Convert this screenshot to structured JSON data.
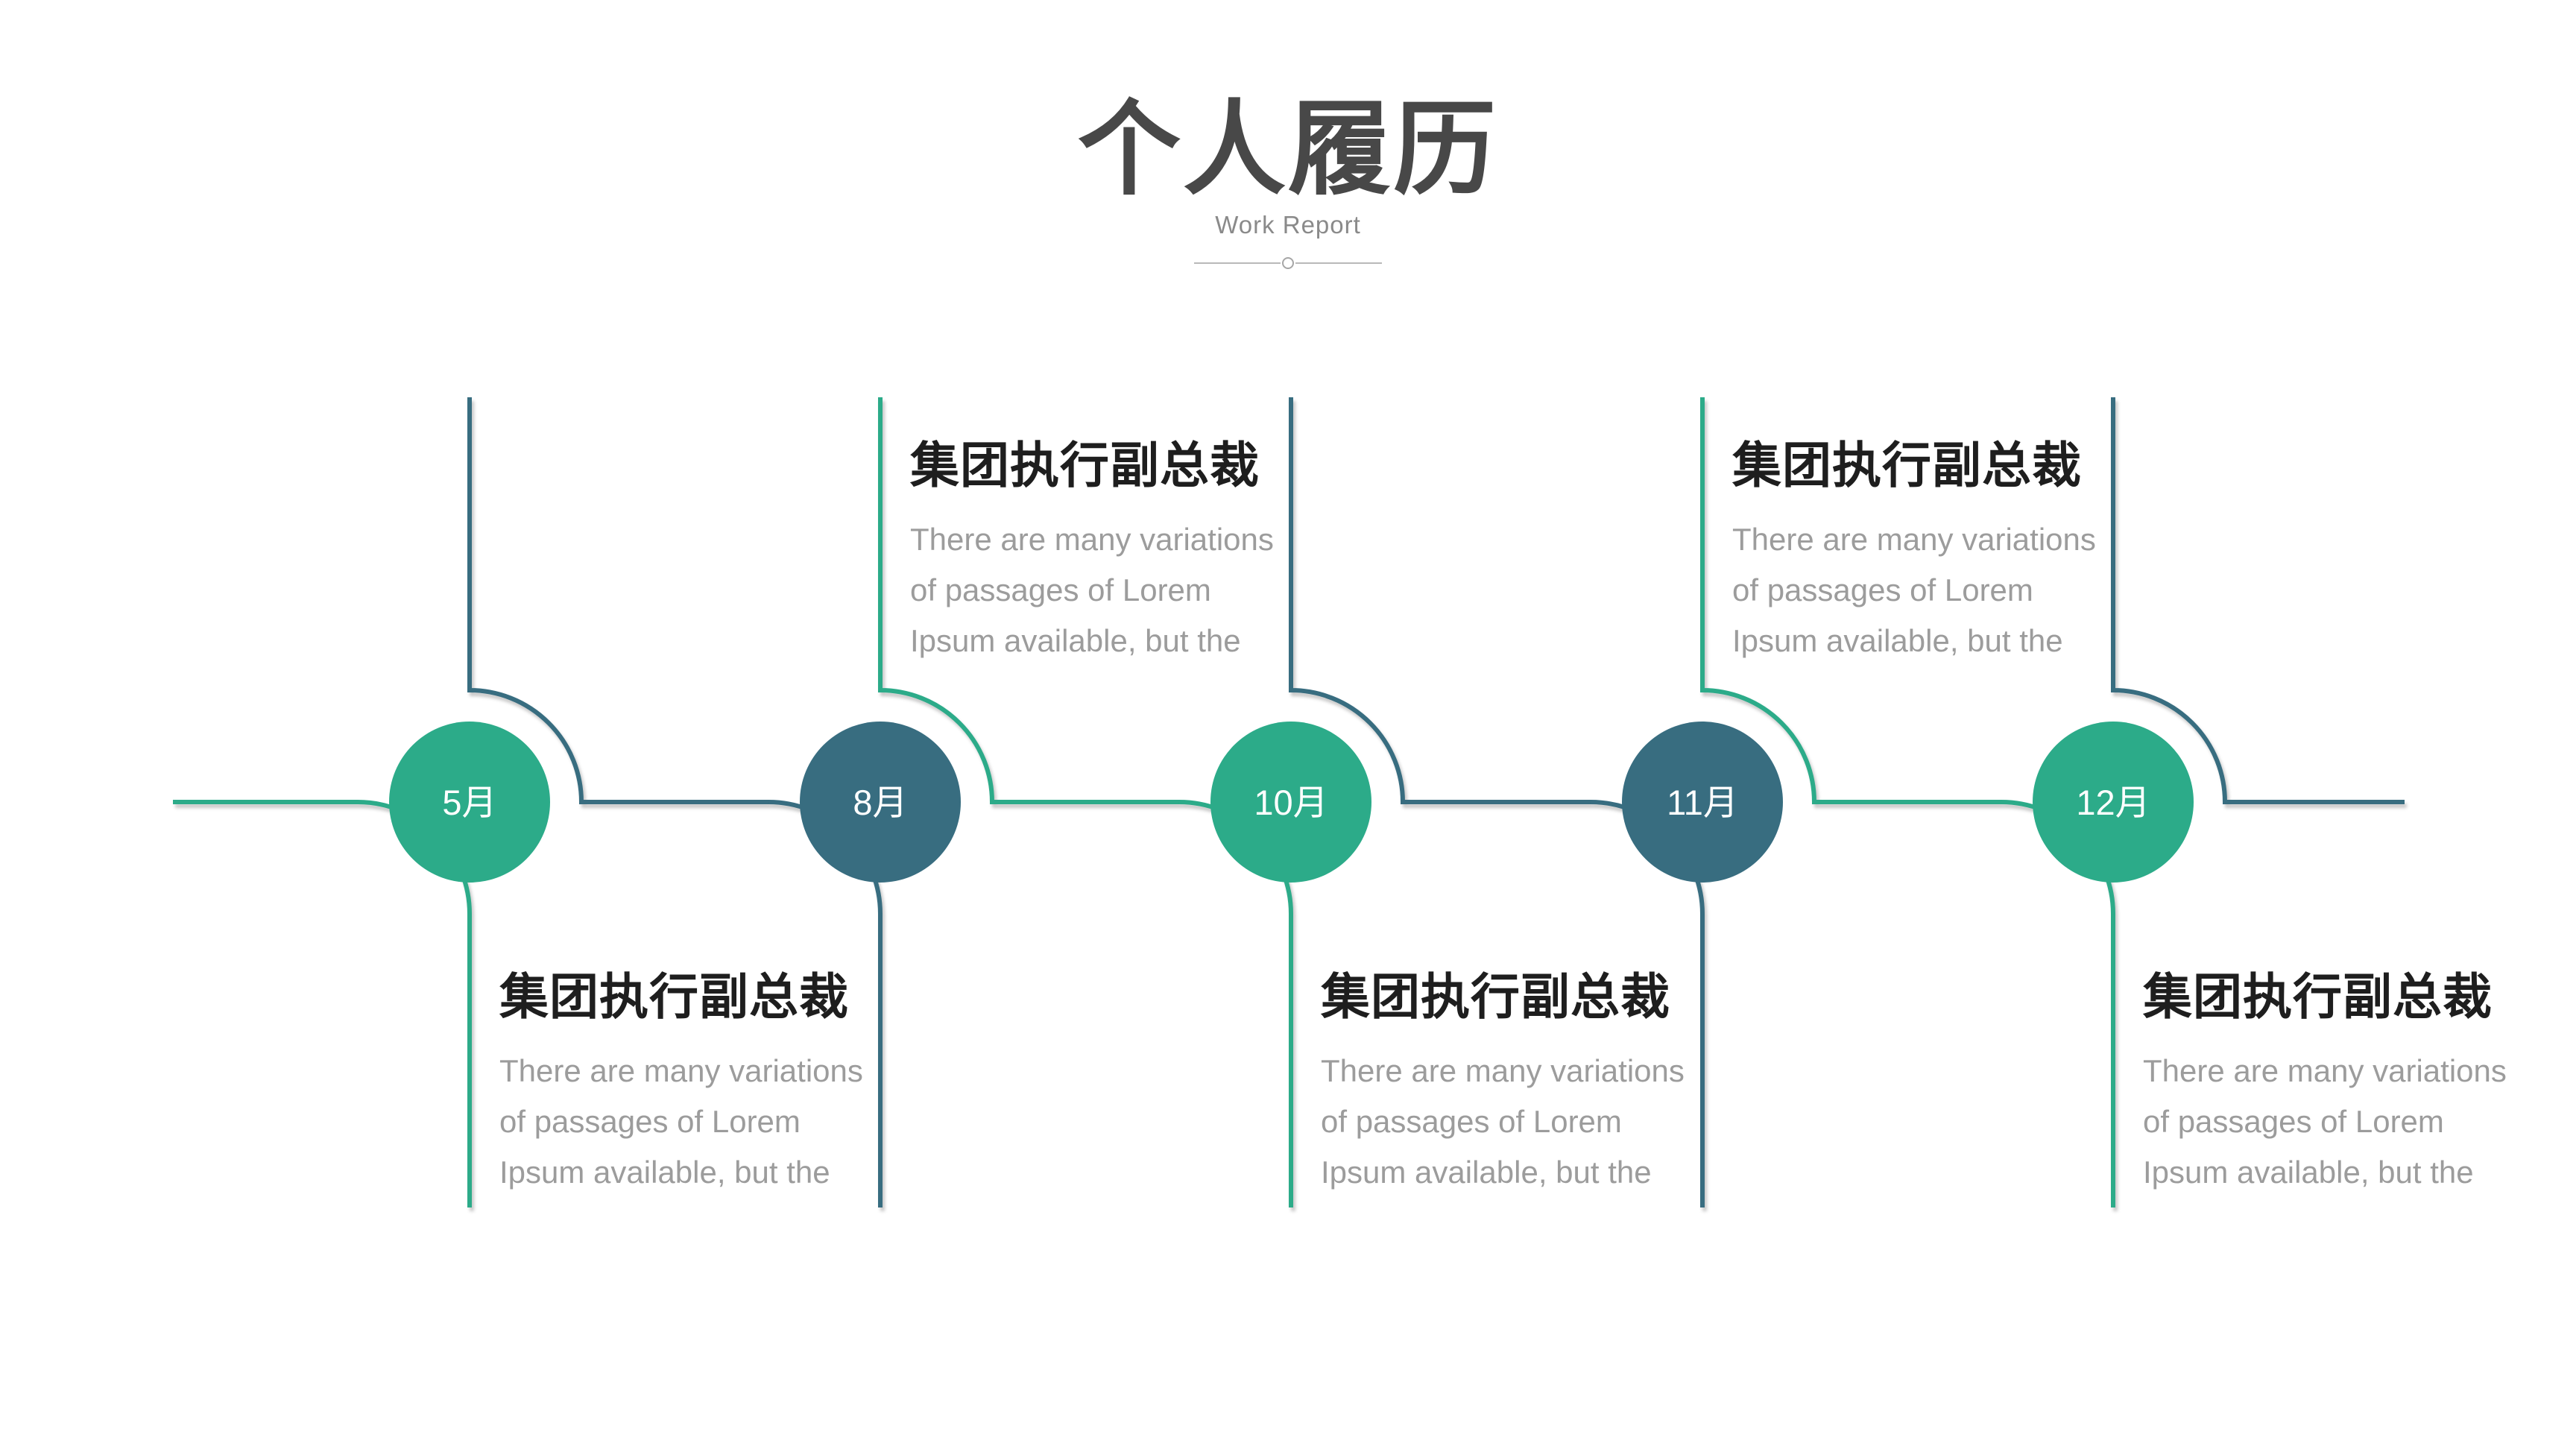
{
  "header": {
    "title": "个人履历",
    "subtitle": "Work Report"
  },
  "colors": {
    "green": "#2CAB89",
    "teal_dark": "#386D80",
    "title_text": "#484848",
    "subtitle_text": "#8A8A8A",
    "heading_text": "#1E1E1E",
    "body_text": "#9C9C9C",
    "divider_line": "#B9B9B9",
    "month_text": "#FFFFFF",
    "background": "#FFFFFF"
  },
  "timeline": {
    "nodes": [
      {
        "month": "5月",
        "circle_color": "green",
        "text_position": "below",
        "heading": "集团执行副总裁",
        "body_lines": [
          "There are many variations",
          "of passages of Lorem",
          "Ipsum available, but the"
        ]
      },
      {
        "month": "8月",
        "circle_color": "teal_dark",
        "text_position": "above",
        "heading": "集团执行副总裁",
        "body_lines": [
          "There are many variations",
          "of passages of Lorem",
          "Ipsum available, but the"
        ]
      },
      {
        "month": "10月",
        "circle_color": "green",
        "text_position": "below",
        "heading": "集团执行副总裁",
        "body_lines": [
          "There are many variations",
          "of passages of Lorem",
          "Ipsum available, but the"
        ]
      },
      {
        "month": "11月",
        "circle_color": "teal_dark",
        "text_position": "above",
        "heading": "集团执行副总裁",
        "body_lines": [
          "There are many variations",
          "of passages of Lorem",
          "Ipsum available, but the"
        ]
      },
      {
        "month": "12月",
        "circle_color": "green",
        "text_position": "below",
        "heading": "集团执行副总裁",
        "body_lines": [
          "There are many variations",
          "of passages of Lorem",
          "Ipsum available, but the"
        ]
      }
    ]
  }
}
